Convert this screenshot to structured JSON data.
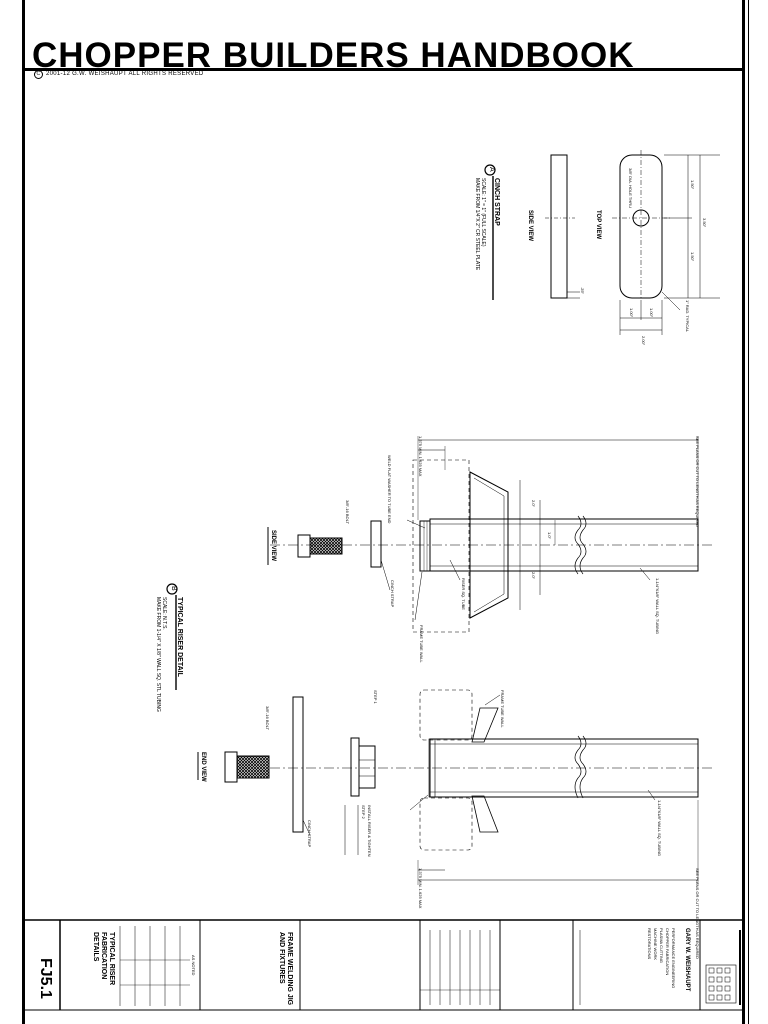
{
  "header": {
    "title": "CHOPPER BUILDERS HANDBOOK",
    "copyright_symbol": "C",
    "copyright_text": "2001-12  G.W. WEISHAUPT  ALL RIGHTS RESERVED"
  },
  "detail_a": {
    "marker": "A",
    "title": "CINCH STRAP",
    "note_1": "SCALE: 1\" = 1\" (FULL SCALE)",
    "note_2": "MAKE FROM 1/4\"X 2\" CR STEEL PLATE",
    "side_view_label": "SIDE VIEW",
    "top_view_label": "TOP VIEW",
    "hole_note": "3/8\" DIA. HOLE THRU",
    "dim_overall": "3.50\"",
    "dim_half_upper": "1.50\"",
    "dim_half_lower": "1.50\"",
    "dim_width": "2.00\"",
    "dim_w_half_1": "1.00\"",
    "dim_w_half_2": "1.00\"",
    "dim_thickness": ".25\"",
    "radius_note": "1\" RAD. TYPICAL"
  },
  "detail_b": {
    "marker": "B",
    "title": "TYPICAL RISER DETAIL",
    "note_1": "SCALE: N.T.S.",
    "note_2": "MAKE FROM 1-1/4\" X 1/8\" WALL SQ. STL TUBING",
    "side_view_label": "SIDE VIEW",
    "end_view_label": "END VIEW",
    "bolt_upper": "3/8\"-16 BOLT",
    "bolt_lower": "3/8\"-16 BOLT",
    "cinch_strap_upper": "CINCH STRAP",
    "cinch_strap_lower": "CINCH STRAP",
    "upper_length_note": "SEE PLANS OR CUT TO LENGTH AS REQUIRED",
    "lower_length_note": "SEE PLANS OR CUT TO LENGTH AS REQUIRED",
    "upper_min_max": "1.375 MIN.  1.625 MAX",
    "lower_min_max": "1.375 MIN.  1.625 MAX",
    "tube_note_upper": "1-1/4\"X1/8\" WALL SQ. TUBING",
    "tube_note_lower": "1-1/4\"X1/8\" WALL SQ. TUBING",
    "weld_note": "WELD FLAT WASHER TO TUBE END",
    "tube_wall_note": "FRAME TUBE WALL",
    "riser_note": "RISER SQ. TUBE",
    "step_1": "STEP 1",
    "step_2": "STEP 2",
    "step_note": "INSTALL RISER & TIGHTEN",
    "dim_a": "2.0\"",
    "dim_b": "2.0\"",
    "dim_c": "1.0\""
  },
  "title_block": {
    "designer": "GARY W. WEISHAUPT",
    "company_1": "PERFORMANCE ENGINEERING",
    "company_2": "CHOPPER FABRICATION",
    "company_3": "PLASMA CUTTING",
    "company_4": "MACHINE WORK",
    "company_5": "RESTORATIONS",
    "project_title": "FRAME WELDING JIG AND FIXTURES",
    "drawing_title": "TYPICAL RISER FABRICATION DETAILS",
    "sheet_number": "FJ5.1",
    "scale": "AS NOTED"
  }
}
